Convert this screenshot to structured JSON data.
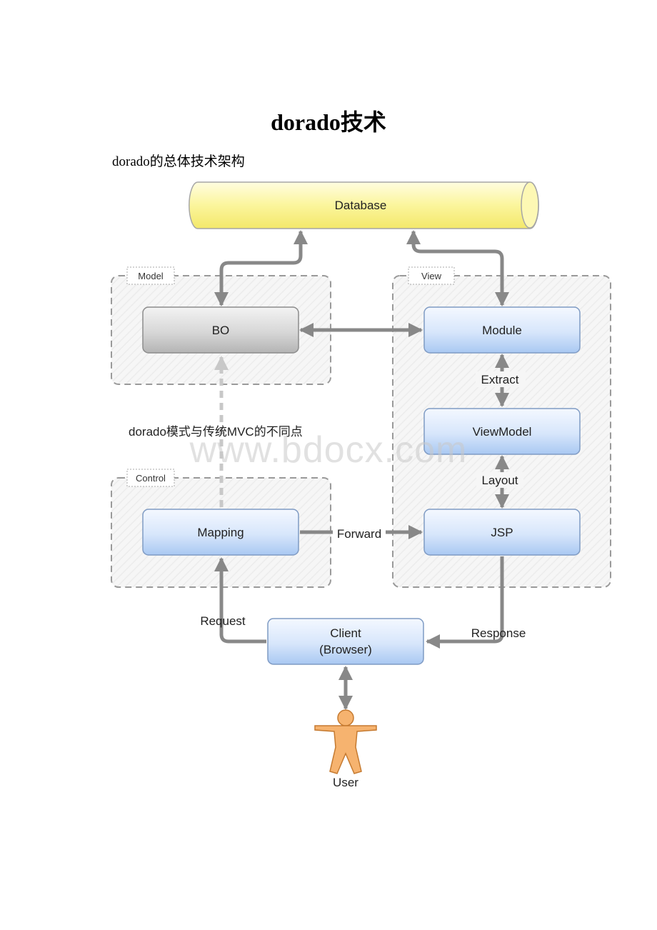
{
  "document": {
    "title": "dorado技术",
    "subtitle": "dorado的总体技术架构"
  },
  "diagram": {
    "database": "Database",
    "groups": {
      "model": "Model",
      "view": "View",
      "control": "Control"
    },
    "nodes": {
      "bo": "BO",
      "module": "Module",
      "viewmodel": "ViewModel",
      "jsp": "JSP",
      "mapping": "Mapping",
      "client_line1": "Client",
      "client_line2": "(Browser)",
      "user": "User"
    },
    "edge_labels": {
      "extract": "Extract",
      "layout": "Layout",
      "forward": "Forward",
      "request": "Request",
      "response": "Response"
    },
    "annotation": "dorado模式与传统MVC的不同点"
  },
  "watermark": "www.bdocx.com"
}
